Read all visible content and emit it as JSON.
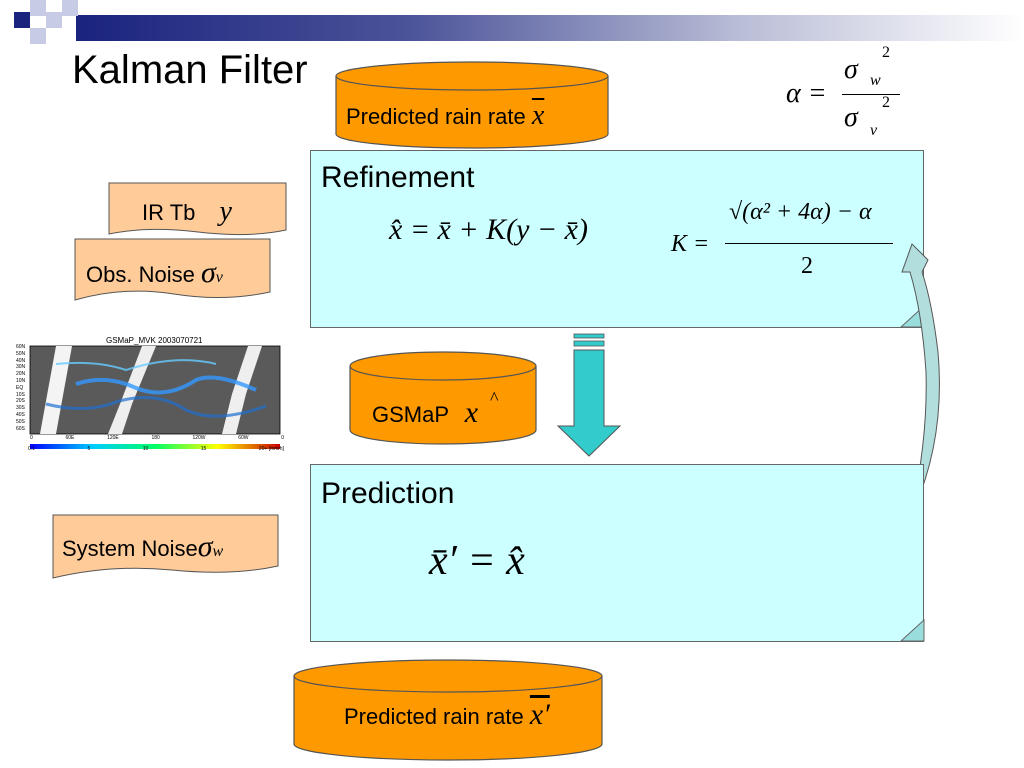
{
  "slide": {
    "title": "Kalman Filter"
  },
  "cylinders": {
    "top": {
      "label": "Predicted rain rate ",
      "symbol": "x",
      "fill": "#ff9900"
    },
    "gsmap": {
      "label": "GSMaP ",
      "symbol": "x",
      "fill": "#ff9900"
    },
    "bottom": {
      "label": "Predicted rain rate ",
      "symbol": "x′",
      "fill": "#ff9900"
    }
  },
  "notes": {
    "ir_tb": {
      "label": "IR Tb",
      "symbol": "y"
    },
    "obs_noise": {
      "label": "Obs. Noise ",
      "symbol": "σ",
      "sub": "v"
    },
    "system_noise": {
      "label": "System Noise",
      "symbol": "σ",
      "sub": "w"
    },
    "fill": "#ffcc99"
  },
  "panels": {
    "refinement": {
      "title": "Refinement",
      "equation": "x̂ = x̄ + K(y − x̄)",
      "gain": {
        "lhs": "K =",
        "numerator": "√(α² + 4α) − α",
        "denominator": "2"
      }
    },
    "prediction": {
      "title": "Prediction",
      "equation": "x̄′ = x̂"
    },
    "fill": "#ccffff"
  },
  "alpha_formula": {
    "lhs": "α =",
    "numerator": "σ",
    "num_sub": "w",
    "num_sup": "2",
    "denominator": "σ",
    "den_sub": "v",
    "den_sup": "2"
  },
  "map": {
    "title": "GSMaP_MVK 2003070721",
    "lat_labels": [
      "60N",
      "50N",
      "40N",
      "30N",
      "20N",
      "10N",
      "EQ",
      "10S",
      "20S",
      "30S",
      "40S",
      "50S",
      "60S"
    ],
    "lon_labels": [
      "0",
      "60E",
      "120E",
      "180",
      "120W",
      "60W",
      "0"
    ],
    "scale_labels": [
      "0.1",
      "5",
      "10",
      "15",
      "20+ [mm/h]"
    ]
  },
  "colors": {
    "arrow": "#33cccc",
    "accent_square": "#1a237e"
  }
}
